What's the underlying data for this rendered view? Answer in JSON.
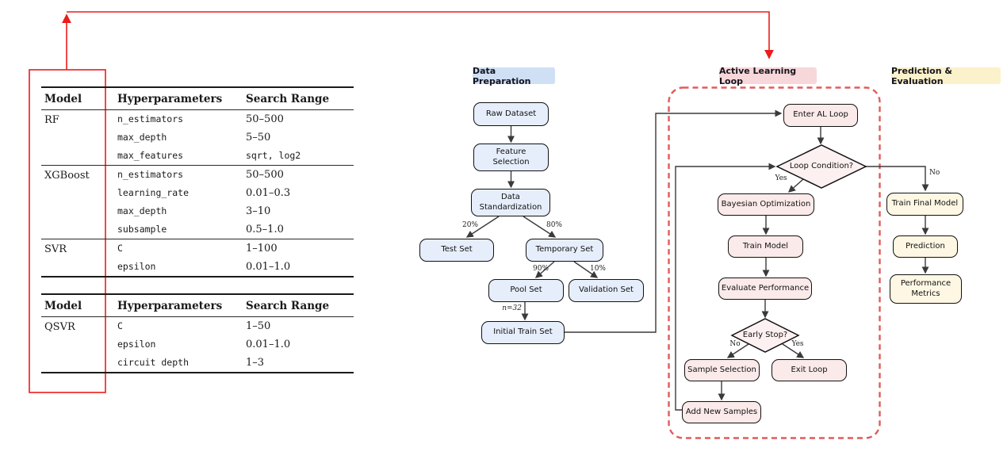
{
  "tables": {
    "classical": {
      "headers": {
        "model": "Model",
        "hyperparameters": "Hyperparameters",
        "search_range": "Search Range"
      },
      "groups": [
        {
          "model": "RF",
          "rows": [
            {
              "param": "n_estimators",
              "range": "50–500"
            },
            {
              "param": "max_depth",
              "range": "5–50"
            },
            {
              "param": "max_features",
              "range": "sqrt, log2"
            }
          ]
        },
        {
          "model": "XGBoost",
          "rows": [
            {
              "param": "n_estimators",
              "range": "50–500"
            },
            {
              "param": "learning_rate",
              "range": "0.01–0.3"
            },
            {
              "param": "max_depth",
              "range": "3–10"
            },
            {
              "param": "subsample",
              "range": "0.5–1.0"
            }
          ]
        },
        {
          "model": "SVR",
          "rows": [
            {
              "param": "C",
              "range": "1–100"
            },
            {
              "param": "epsilon",
              "range": "0.01–1.0"
            }
          ]
        }
      ]
    },
    "quantum": {
      "headers": {
        "model": "Model",
        "hyperparameters": "Hyperparameters",
        "search_range": "Search Range"
      },
      "groups": [
        {
          "model": "QSVR",
          "rows": [
            {
              "param": "C",
              "range": "1–50"
            },
            {
              "param": "epsilon",
              "range": "0.01–1.0"
            },
            {
              "param": "circuit depth",
              "range": "1–3"
            }
          ]
        }
      ]
    }
  },
  "flow": {
    "sections": {
      "data_preparation": "Data Preparation",
      "active_learning_loop": "Active Learning Loop",
      "prediction_evaluation": "Prediction & Evaluation"
    },
    "nodes": {
      "raw_dataset": "Raw Dataset",
      "feature_selection": "Feature\nSelection",
      "data_standardization": "Data\nStandardization",
      "test_set": "Test Set",
      "temporary_set": "Temporary Set",
      "pool_set": "Pool Set",
      "validation_set": "Validation Set",
      "initial_train_set": "Initial Train Set",
      "enter_al_loop": "Enter AL Loop",
      "loop_condition": "Loop Condition?",
      "bayesian_optimization": "Bayesian Optimization",
      "train_model": "Train Model",
      "evaluate_performance": "Evaluate Performance",
      "early_stop": "Early Stop?",
      "sample_selection": "Sample Selection",
      "exit_loop": "Exit Loop",
      "add_new_samples": "Add New Samples",
      "train_final_model": "Train Final Model",
      "prediction": "Prediction",
      "performance_metrics": "Performance\nMetrics"
    },
    "edge_labels": {
      "test_split": "20%",
      "temp_split": "80%",
      "pool_split": "90%",
      "val_split": "10%",
      "initial_n": "n=32",
      "loop_yes": "Yes",
      "loop_no": "No",
      "early_no": "No",
      "early_yes": "Yes"
    }
  },
  "colors": {
    "blue_badge": "#cfe0f5",
    "blue_node": "#e6eefb",
    "pink_badge": "#f7d7d9",
    "pink_node": "#fbeaea",
    "yellow_badge": "#fbf1ca",
    "yellow_node": "#fdf7e4",
    "red_annotation": "#ec1c1c",
    "dashed_border": "#e05b5b",
    "arrow": "#3a3a3a"
  }
}
